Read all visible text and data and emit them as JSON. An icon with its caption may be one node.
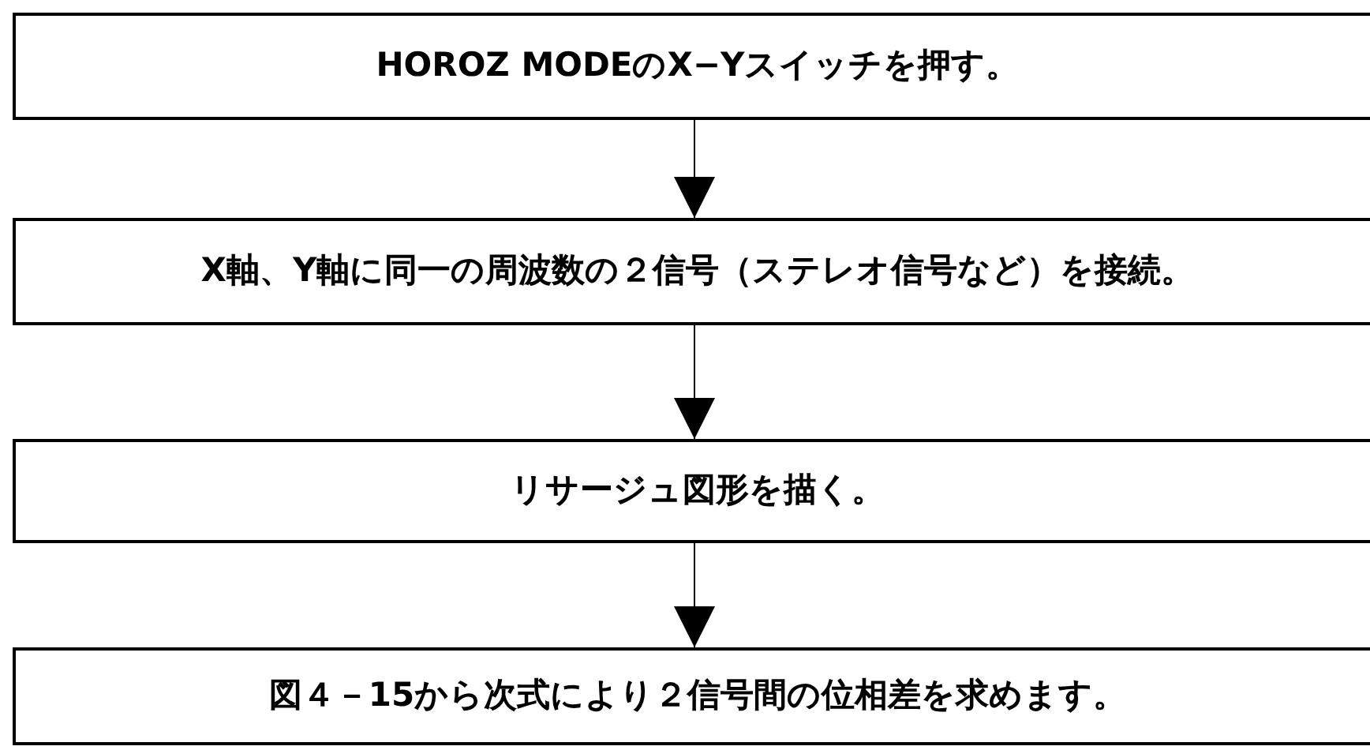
{
  "diagram": {
    "nodes": [
      {
        "text": [
          "HOROZ MODEのX−Yスイッチを押す。"
        ]
      },
      {
        "text": [
          "X軸、Y軸に同一の周波数の２信号（ステレオ信号など）を接続。"
        ]
      },
      {
        "text": [
          "リサージュ図形を描く。"
        ]
      },
      {
        "text": [
          "図４－15から次式により２信号間の位相差を求めます。"
        ]
      }
    ],
    "edges": [
      {
        "from": 0,
        "to": 1,
        "arrow": "to"
      },
      {
        "from": 1,
        "to": 2,
        "arrow": "to"
      },
      {
        "from": 2,
        "to": 3,
        "arrow": "to"
      }
    ]
  }
}
